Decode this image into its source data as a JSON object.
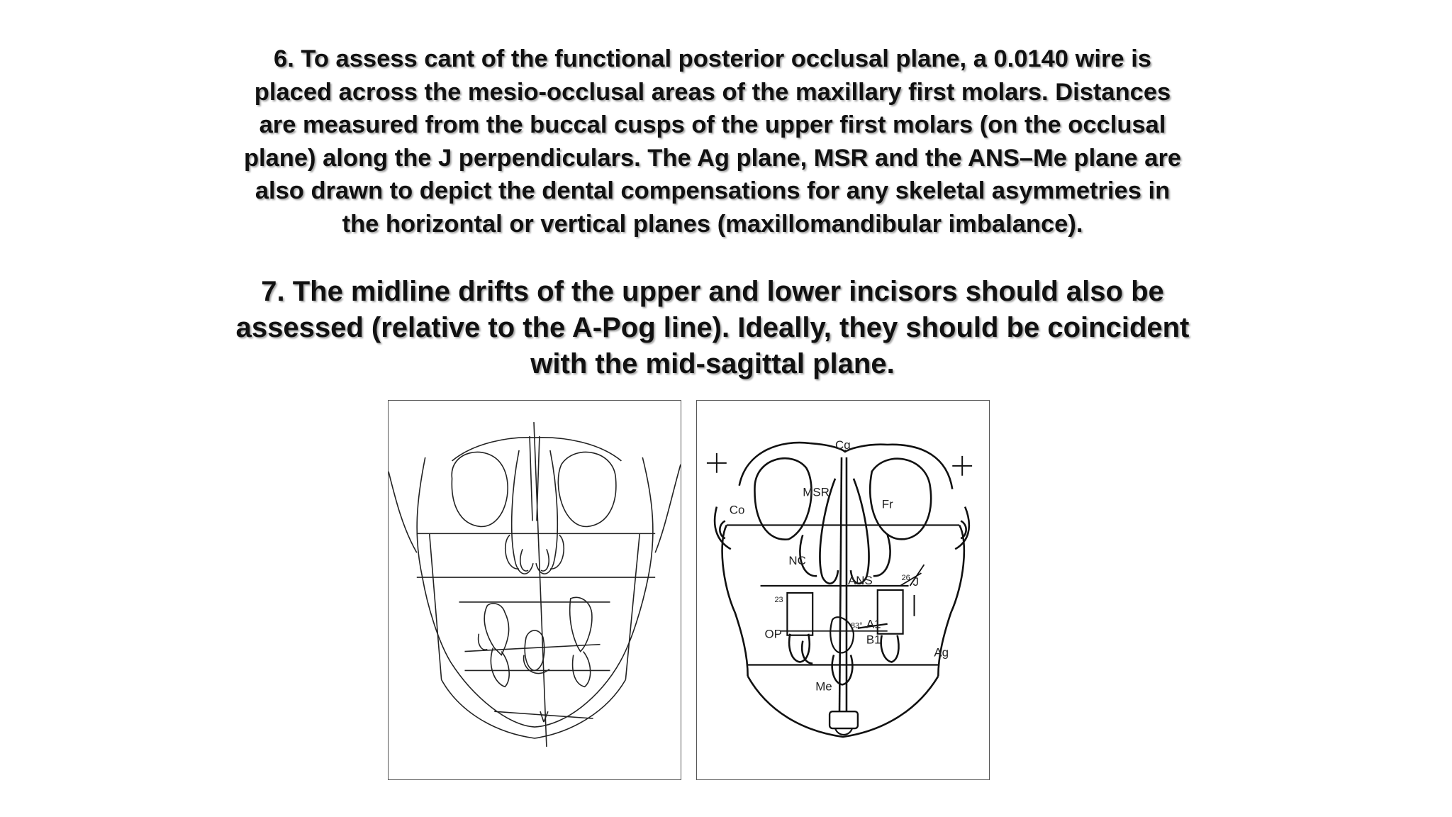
{
  "paragraphs": {
    "p6": "6. To assess cant of the functional posterior occlusal plane, a 0.0140 wire is placed across the mesio-occlusal areas of the maxillary first molars. Distances are measured from the buccal cusps of the upper first molars (on the occlusal plane) along the J perpendiculars. The Ag plane, MSR and the ANS–Me plane are also drawn to depict the dental compensations for any skeletal asymmetries in the horizontal or vertical planes (maxillomandibular imbalance).",
    "p7": "7. The midline drifts of the upper and lower incisors should also be assessed (relative to the A-Pog line). Ideally, they should be coincident with the mid-sagittal plane."
  },
  "figure_right_labels": {
    "cg": "Cg",
    "msr": "MSR",
    "fr": "Fr",
    "co": "Co",
    "nc": "NC",
    "ans": "ANS",
    "j": "J",
    "n26": "26",
    "n23": "23",
    "a1": "A1",
    "op": "OP",
    "n83": "83°",
    "b1": "B1",
    "ag": "Ag",
    "me": "Me"
  }
}
